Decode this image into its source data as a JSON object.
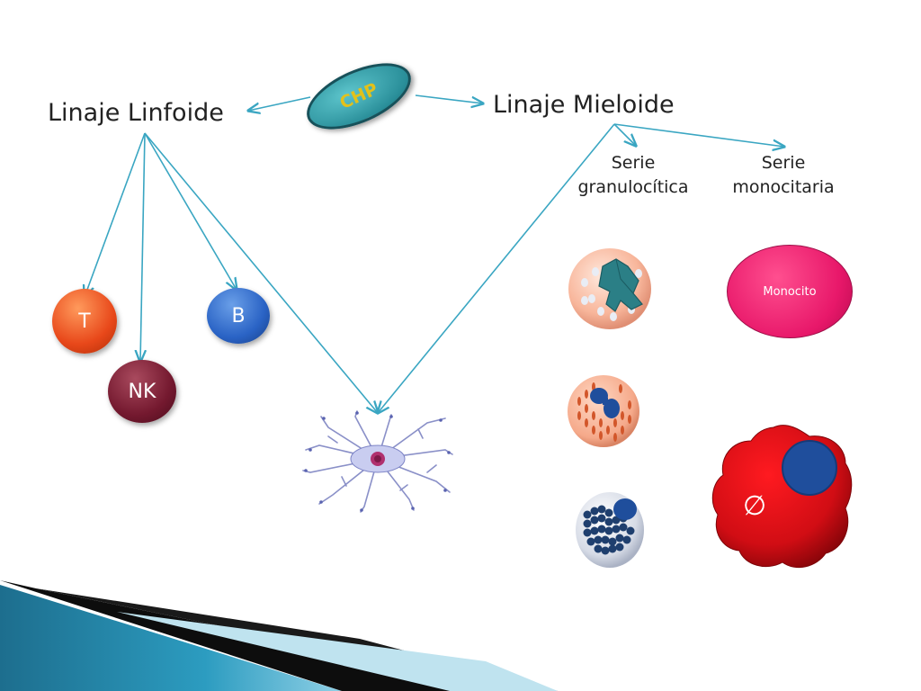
{
  "nodes": {
    "chp": "CHP",
    "linfoide": "Linaje Linfoide",
    "mieloide": "Linaje Mieloide",
    "serie_granulocitica": [
      "Serie",
      "granulocítica"
    ],
    "serie_monocitaria": [
      "Serie",
      "monocitaria"
    ],
    "cell_t": "T",
    "cell_b": "B",
    "cell_nk": "NK",
    "monocito": "Monocito",
    "macrofago_symbol": "∅"
  },
  "icons": {
    "dendritic": "dendritic-cell-icon",
    "neutrophil": "neutrophil-icon",
    "eosinophil": "eosinophil-icon",
    "basophil": "basophil-icon",
    "macrophage": "macrophage-icon"
  },
  "colors": {
    "arrow": "#3aa6c2",
    "chp": "#2a8f9a",
    "chp_text": "#e3c11a",
    "t_cell": "#e8481a",
    "b_cell": "#2a63c5",
    "nk_cell": "#74192f",
    "monocito": "#e8186a",
    "macrofago": "#c8101a"
  }
}
